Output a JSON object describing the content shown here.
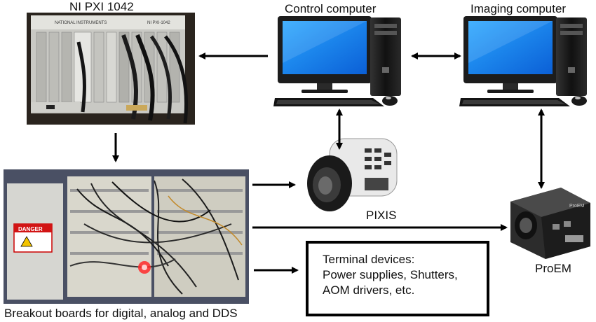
{
  "labels": {
    "pxi": "NI PXI 1042",
    "control": "Control computer",
    "imaging": "Imaging computer",
    "pixis": "PIXIS",
    "proem": "ProEM",
    "breakout": "Breakout boards for digital, analog and DDS"
  },
  "pxi_brand": "NATIONAL INSTRUMENTS",
  "pxi_model": "NI PXI-1042",
  "danger_sign": "DANGER",
  "proem_badge": "ProEM",
  "terminal": {
    "line1": "Terminal devices:",
    "line2": "Power supplies, Shutters,",
    "line3": "AOM drivers, etc."
  }
}
